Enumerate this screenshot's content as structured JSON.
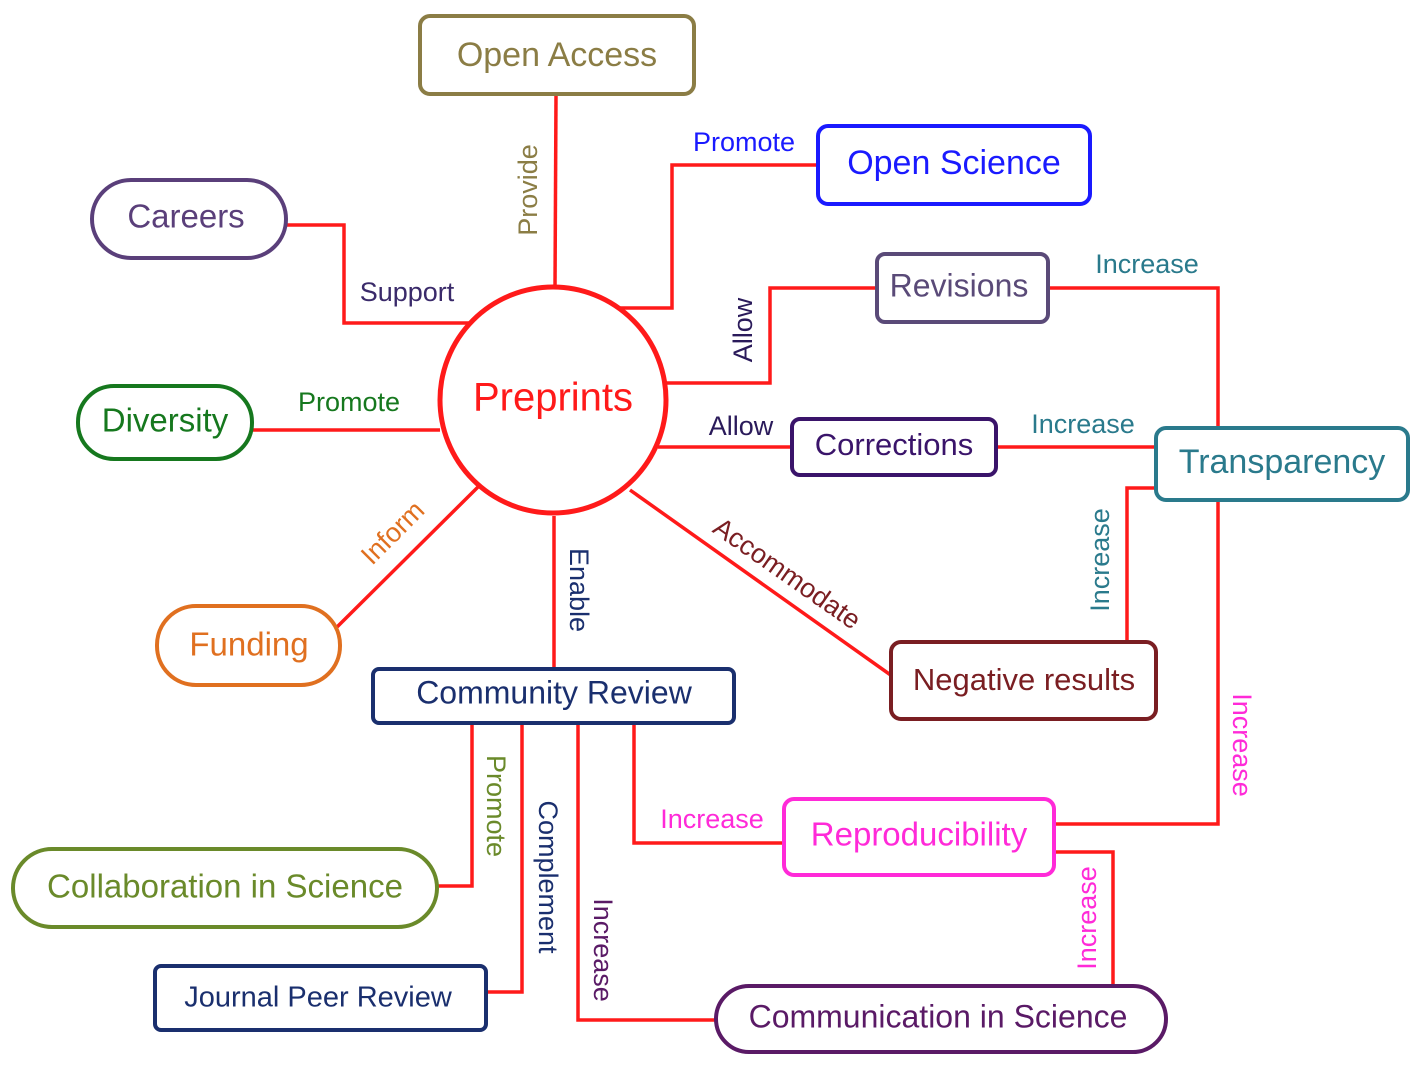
{
  "nodes": {
    "preprints": {
      "label": "Preprints",
      "color": "#ff1a1a"
    },
    "open_access": {
      "label": "Open Access",
      "color": "#8b7d45"
    },
    "open_science": {
      "label": "Open Science",
      "color": "#1a1aff"
    },
    "careers": {
      "label": "Careers",
      "color": "#5a3f7a"
    },
    "revisions": {
      "label": "Revisions",
      "color": "#5a4a78"
    },
    "diversity": {
      "label": "Diversity",
      "color": "#16781e"
    },
    "corrections": {
      "label": "Corrections",
      "color": "#3a146a"
    },
    "transparency": {
      "label": "Transparency",
      "color": "#2a7a8c"
    },
    "funding": {
      "label": "Funding",
      "color": "#e07020"
    },
    "community_review": {
      "label": "Community Review",
      "color": "#1a2f6e"
    },
    "negative_results": {
      "label": "Negative results",
      "color": "#7a1e22"
    },
    "reproducibility": {
      "label": "Reproducibility",
      "color": "#ff2ad8"
    },
    "collaboration": {
      "label": "Collaboration in Science",
      "color": "#6a8a2a"
    },
    "journal_peer_review": {
      "label": "Journal Peer Review",
      "color": "#1a2f6e"
    },
    "communication": {
      "label": "Communication in Science",
      "color": "#5a1a66"
    }
  },
  "edges": {
    "provide": {
      "label": "Provide",
      "color": "#8b7d45"
    },
    "promote_open_science": {
      "label": "Promote",
      "color": "#1a1aff"
    },
    "support": {
      "label": "Support",
      "color": "#3a2a6a"
    },
    "allow_revisions": {
      "label": "Allow",
      "color": "#2a1a5a"
    },
    "increase_revisions": {
      "label": "Increase",
      "color": "#2a7a8c"
    },
    "promote_diversity": {
      "label": "Promote",
      "color": "#16781e"
    },
    "allow_corrections": {
      "label": "Allow",
      "color": "#2a1a5a"
    },
    "increase_corrections": {
      "label": "Increase",
      "color": "#2a7a8c"
    },
    "inform": {
      "label": "Inform",
      "color": "#e07020"
    },
    "enable": {
      "label": "Enable",
      "color": "#1a2f6e"
    },
    "accommodate": {
      "label": "Accommodate",
      "color": "#7a1e22"
    },
    "increase_negative": {
      "label": "Increase",
      "color": "#2a7a8c"
    },
    "increase_transparency_repro": {
      "label": "Increase",
      "color": "#ff2ad8"
    },
    "promote_collab": {
      "label": "Promote",
      "color": "#6a8a2a"
    },
    "complement": {
      "label": "Complement",
      "color": "#1a2f6e"
    },
    "increase_comm": {
      "label": "Increase",
      "color": "#5a1a66"
    },
    "increase_repro": {
      "label": "Increase",
      "color": "#ff2ad8"
    },
    "increase_repro_comm": {
      "label": "Increase",
      "color": "#ff2ad8"
    }
  },
  "line_color": "#ff1a1a"
}
